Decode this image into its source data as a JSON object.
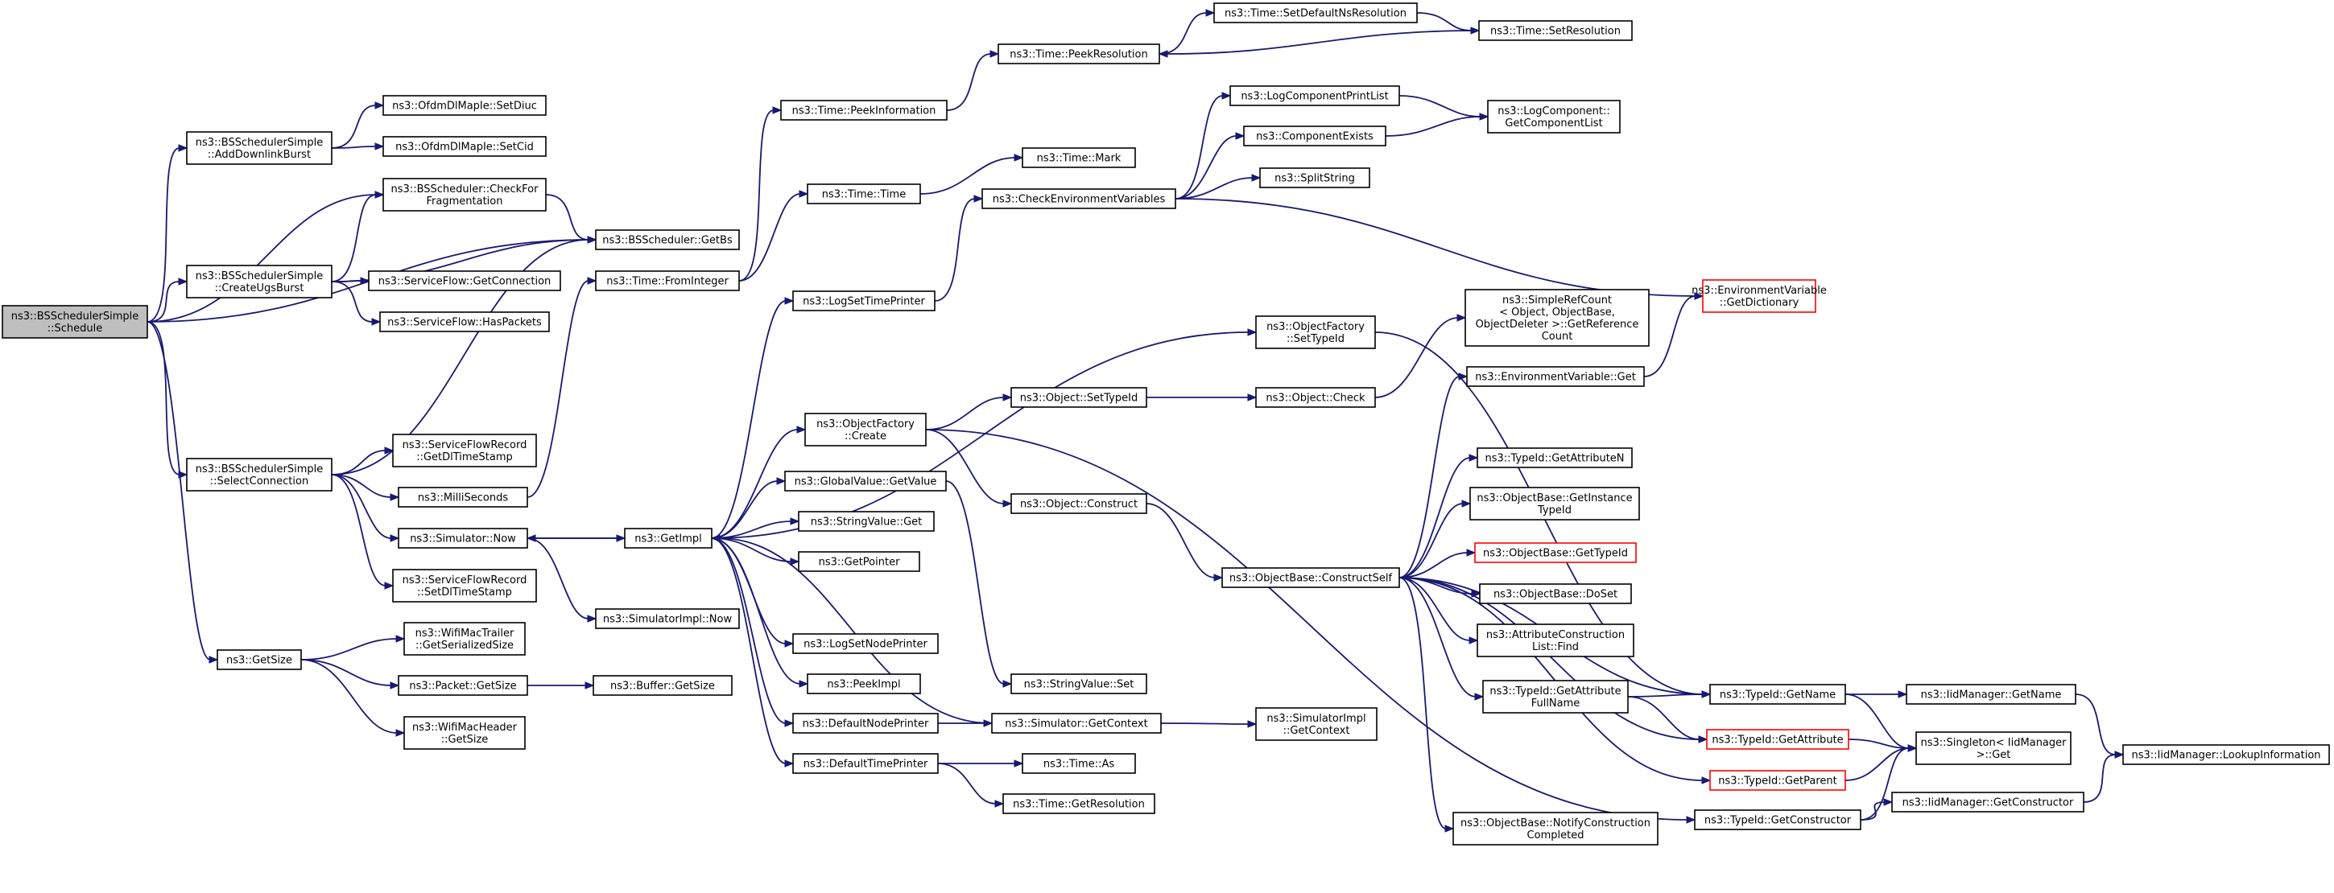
{
  "root": "ns3::BSSchedulerSimple::Schedule",
  "nodes": [
    {
      "id": "schedule",
      "lines": [
        "ns3::BSSchedulerSimple",
        "::Schedule"
      ],
      "root": true
    },
    {
      "id": "addDownlink",
      "lines": [
        "ns3::BSSchedulerSimple",
        "::AddDownlinkBurst"
      ]
    },
    {
      "id": "setDiuc",
      "lines": [
        "ns3::OfdmDlMapIe::SetDiuc"
      ]
    },
    {
      "id": "setCid",
      "lines": [
        "ns3::OfdmDlMapIe::SetCid"
      ]
    },
    {
      "id": "checkFrag",
      "lines": [
        "ns3::BSScheduler::CheckFor",
        "Fragmentation"
      ]
    },
    {
      "id": "createUgs",
      "lines": [
        "ns3::BSSchedulerSimple",
        "::CreateUgsBurst"
      ]
    },
    {
      "id": "getBs",
      "lines": [
        "ns3::BSScheduler::GetBs"
      ]
    },
    {
      "id": "getConnection",
      "lines": [
        "ns3::ServiceFlow::GetConnection"
      ]
    },
    {
      "id": "hasPackets",
      "lines": [
        "ns3::ServiceFlow::HasPackets"
      ]
    },
    {
      "id": "selectConn",
      "lines": [
        "ns3::BSSchedulerSimple",
        "::SelectConnection"
      ]
    },
    {
      "id": "getDlTs",
      "lines": [
        "ns3::ServiceFlowRecord",
        "::GetDlTimeStamp"
      ]
    },
    {
      "id": "milli",
      "lines": [
        "ns3::MilliSeconds"
      ]
    },
    {
      "id": "simNow",
      "lines": [
        "ns3::Simulator::Now"
      ]
    },
    {
      "id": "setDlTs",
      "lines": [
        "ns3::ServiceFlowRecord",
        "::SetDlTimeStamp"
      ]
    },
    {
      "id": "getSize",
      "lines": [
        "ns3::GetSize"
      ]
    },
    {
      "id": "wifiTrailer",
      "lines": [
        "ns3::WifiMacTrailer",
        "::GetSerializedSize"
      ]
    },
    {
      "id": "packetGetSize",
      "lines": [
        "ns3::Packet::GetSize"
      ]
    },
    {
      "id": "wifiHeader",
      "lines": [
        "ns3::WifiMacHeader",
        "::GetSize"
      ]
    },
    {
      "id": "bufferGetSize",
      "lines": [
        "ns3::Buffer::GetSize"
      ]
    },
    {
      "id": "fromInteger",
      "lines": [
        "ns3::Time::FromInteger"
      ]
    },
    {
      "id": "getImpl",
      "lines": [
        "ns3::GetImpl"
      ]
    },
    {
      "id": "simImplNow",
      "lines": [
        "ns3::SimulatorImpl::Now"
      ]
    },
    {
      "id": "peekInfo",
      "lines": [
        "ns3::Time::PeekInformation"
      ]
    },
    {
      "id": "peekRes",
      "lines": [
        "ns3::Time::PeekResolution"
      ]
    },
    {
      "id": "setDefNsRes",
      "lines": [
        "ns3::Time::SetDefaultNsResolution"
      ]
    },
    {
      "id": "setRes",
      "lines": [
        "ns3::Time::SetResolution"
      ]
    },
    {
      "id": "timeTime",
      "lines": [
        "ns3::Time::Time"
      ]
    },
    {
      "id": "timeMark",
      "lines": [
        "ns3::Time::Mark"
      ]
    },
    {
      "id": "checkEnv",
      "lines": [
        "ns3::CheckEnvironmentVariables"
      ]
    },
    {
      "id": "logCompPrint",
      "lines": [
        "ns3::LogComponentPrintList"
      ]
    },
    {
      "id": "compExists",
      "lines": [
        "ns3::ComponentExists"
      ]
    },
    {
      "id": "getCompList",
      "lines": [
        "ns3::LogComponent::",
        "GetComponentList"
      ]
    },
    {
      "id": "splitString",
      "lines": [
        "ns3::SplitString"
      ]
    },
    {
      "id": "envGetDict",
      "lines": [
        "ns3::EnvironmentVariable",
        "::GetDictionary"
      ],
      "red": true
    },
    {
      "id": "logSetTime",
      "lines": [
        "ns3::LogSetTimePrinter"
      ]
    },
    {
      "id": "objFactSetTypeId",
      "lines": [
        "ns3::ObjectFactory",
        "::SetTypeId"
      ]
    },
    {
      "id": "simpleRefCount",
      "lines": [
        "ns3::SimpleRefCount",
        "< Object, ObjectBase,",
        "ObjectDeleter >::GetReference",
        "Count"
      ]
    },
    {
      "id": "objFactCreate",
      "lines": [
        "ns3::ObjectFactory",
        "::Create"
      ]
    },
    {
      "id": "objSetTypeId",
      "lines": [
        "ns3::Object::SetTypeId"
      ]
    },
    {
      "id": "objCheck",
      "lines": [
        "ns3::Object::Check"
      ]
    },
    {
      "id": "envGet",
      "lines": [
        "ns3::EnvironmentVariable::Get"
      ]
    },
    {
      "id": "globalGetValue",
      "lines": [
        "ns3::GlobalValue::GetValue"
      ]
    },
    {
      "id": "getAttrN",
      "lines": [
        "ns3::TypeId::GetAttributeN"
      ]
    },
    {
      "id": "objConstruct",
      "lines": [
        "ns3::Object::Construct"
      ]
    },
    {
      "id": "getInstTypeId",
      "lines": [
        "ns3::ObjectBase::GetInstance",
        "TypeId"
      ]
    },
    {
      "id": "stringGet",
      "lines": [
        "ns3::StringValue::Get"
      ]
    },
    {
      "id": "getPointer",
      "lines": [
        "ns3::GetPointer"
      ]
    },
    {
      "id": "constructSelf",
      "lines": [
        "ns3::ObjectBase::ConstructSelf"
      ]
    },
    {
      "id": "obGetTypeId",
      "lines": [
        "ns3::ObjectBase::GetTypeId"
      ],
      "red": true
    },
    {
      "id": "doSet",
      "lines": [
        "ns3::ObjectBase::DoSet"
      ]
    },
    {
      "id": "attrConstrFind",
      "lines": [
        "ns3::AttributeConstruction",
        "List::Find"
      ]
    },
    {
      "id": "logSetNode",
      "lines": [
        "ns3::LogSetNodePrinter"
      ]
    },
    {
      "id": "peekImpl",
      "lines": [
        "ns3::PeekImpl"
      ]
    },
    {
      "id": "stringSet",
      "lines": [
        "ns3::StringValue::Set"
      ]
    },
    {
      "id": "getAttrFull",
      "lines": [
        "ns3::TypeId::GetAttribute",
        "FullName"
      ]
    },
    {
      "id": "typeIdGetName",
      "lines": [
        "ns3::TypeId::GetName"
      ]
    },
    {
      "id": "iidGetName",
      "lines": [
        "ns3::IidManager::GetName"
      ]
    },
    {
      "id": "defNodePrinter",
      "lines": [
        "ns3::DefaultNodePrinter"
      ]
    },
    {
      "id": "simGetContext",
      "lines": [
        "ns3::Simulator::GetContext"
      ]
    },
    {
      "id": "simImplGetContext",
      "lines": [
        "ns3::SimulatorImpl",
        "::GetContext"
      ]
    },
    {
      "id": "getAttribute",
      "lines": [
        "ns3::TypeId::GetAttribute"
      ],
      "red": true
    },
    {
      "id": "singletonGet",
      "lines": [
        "ns3::Singleton< IidManager",
        ">::Get"
      ]
    },
    {
      "id": "lookupInfo",
      "lines": [
        "ns3::IidManager::LookupInformation"
      ]
    },
    {
      "id": "defTimePrinter",
      "lines": [
        "ns3::DefaultTimePrinter"
      ]
    },
    {
      "id": "timeAs",
      "lines": [
        "ns3::Time::As"
      ]
    },
    {
      "id": "getParent",
      "lines": [
        "ns3::TypeId::GetParent"
      ],
      "red": true
    },
    {
      "id": "notifyConstr",
      "lines": [
        "ns3::ObjectBase::NotifyConstruction",
        "Completed"
      ]
    },
    {
      "id": "getConstructor",
      "lines": [
        "ns3::TypeId::GetConstructor"
      ]
    },
    {
      "id": "iidGetConstructor",
      "lines": [
        "ns3::IidManager::GetConstructor"
      ]
    },
    {
      "id": "timeGetRes",
      "lines": [
        "ns3::Time::GetResolution"
      ]
    }
  ],
  "edges": [
    [
      "schedule",
      "addDownlink"
    ],
    [
      "schedule",
      "checkFrag"
    ],
    [
      "schedule",
      "createUgs"
    ],
    [
      "schedule",
      "getBs"
    ],
    [
      "schedule",
      "selectConn"
    ],
    [
      "schedule",
      "getSize"
    ],
    [
      "addDownlink",
      "setDiuc"
    ],
    [
      "addDownlink",
      "setCid"
    ],
    [
      "createUgs",
      "checkFrag"
    ],
    [
      "createUgs",
      "getBs"
    ],
    [
      "createUgs",
      "getConnection"
    ],
    [
      "createUgs",
      "hasPackets"
    ],
    [
      "checkFrag",
      "getBs"
    ],
    [
      "selectConn",
      "getBs"
    ],
    [
      "selectConn",
      "getDlTs"
    ],
    [
      "selectConn",
      "milli"
    ],
    [
      "selectConn",
      "simNow"
    ],
    [
      "selectConn",
      "setDlTs"
    ],
    [
      "milli",
      "fromInteger"
    ],
    [
      "simNow",
      "getImpl"
    ],
    [
      "simNow",
      "simImplNow"
    ],
    [
      "getSize",
      "wifiTrailer"
    ],
    [
      "getSize",
      "packetGetSize"
    ],
    [
      "getSize",
      "wifiHeader"
    ],
    [
      "packetGetSize",
      "bufferGetSize"
    ],
    [
      "fromInteger",
      "peekInfo"
    ],
    [
      "fromInteger",
      "timeTime"
    ],
    [
      "peekInfo",
      "peekRes"
    ],
    [
      "peekRes",
      "setDefNsRes"
    ],
    [
      "setDefNsRes",
      "setRes"
    ],
    [
      "setRes",
      "peekRes"
    ],
    [
      "timeTime",
      "timeMark"
    ],
    [
      "getImpl",
      "logSetTime"
    ],
    [
      "getImpl",
      "objFactSetTypeId"
    ],
    [
      "getImpl",
      "objFactCreate"
    ],
    [
      "getImpl",
      "globalGetValue"
    ],
    [
      "getImpl",
      "stringGet"
    ],
    [
      "getImpl",
      "getPointer"
    ],
    [
      "getImpl",
      "logSetNode"
    ],
    [
      "getImpl",
      "peekImpl"
    ],
    [
      "getImpl",
      "defNodePrinter"
    ],
    [
      "getImpl",
      "defTimePrinter"
    ],
    [
      "getImpl",
      "simNow"
    ],
    [
      "logSetTime",
      "checkEnv"
    ],
    [
      "checkEnv",
      "logCompPrint"
    ],
    [
      "checkEnv",
      "compExists"
    ],
    [
      "checkEnv",
      "splitString"
    ],
    [
      "checkEnv",
      "envGetDict"
    ],
    [
      "logCompPrint",
      "getCompList"
    ],
    [
      "compExists",
      "getCompList"
    ],
    [
      "objFactSetTypeId",
      "typeIdGetName"
    ],
    [
      "objFactCreate",
      "objSetTypeId"
    ],
    [
      "objFactCreate",
      "objConstruct"
    ],
    [
      "objFactCreate",
      "getConstructor"
    ],
    [
      "objSetTypeId",
      "objCheck"
    ],
    [
      "objCheck",
      "simpleRefCount"
    ],
    [
      "objConstruct",
      "constructSelf"
    ],
    [
      "globalGetValue",
      "stringSet"
    ],
    [
      "constructSelf",
      "envGet"
    ],
    [
      "constructSelf",
      "typeIdGetName"
    ],
    [
      "constructSelf",
      "getAttrN"
    ],
    [
      "constructSelf",
      "getInstTypeId"
    ],
    [
      "constructSelf",
      "obGetTypeId"
    ],
    [
      "constructSelf",
      "doSet"
    ],
    [
      "constructSelf",
      "attrConstrFind"
    ],
    [
      "constructSelf",
      "getAttrFull"
    ],
    [
      "constructSelf",
      "getAttribute"
    ],
    [
      "constructSelf",
      "getParent"
    ],
    [
      "constructSelf",
      "notifyConstr"
    ],
    [
      "envGet",
      "envGetDict"
    ],
    [
      "getAttrFull",
      "typeIdGetName"
    ],
    [
      "getAttrFull",
      "getAttribute"
    ],
    [
      "typeIdGetName",
      "iidGetName"
    ],
    [
      "typeIdGetName",
      "singletonGet"
    ],
    [
      "iidGetName",
      "lookupInfo"
    ],
    [
      "getAttribute",
      "singletonGet"
    ],
    [
      "getParent",
      "singletonGet"
    ],
    [
      "getConstructor",
      "singletonGet"
    ],
    [
      "getConstructor",
      "iidGetConstructor"
    ],
    [
      "iidGetConstructor",
      "lookupInfo"
    ],
    [
      "defNodePrinter",
      "simGetContext"
    ],
    [
      "simGetContext",
      "getImpl"
    ],
    [
      "simGetContext",
      "simImplGetContext"
    ],
    [
      "defTimePrinter",
      "timeAs"
    ],
    [
      "defTimePrinter",
      "timeGetRes"
    ]
  ]
}
